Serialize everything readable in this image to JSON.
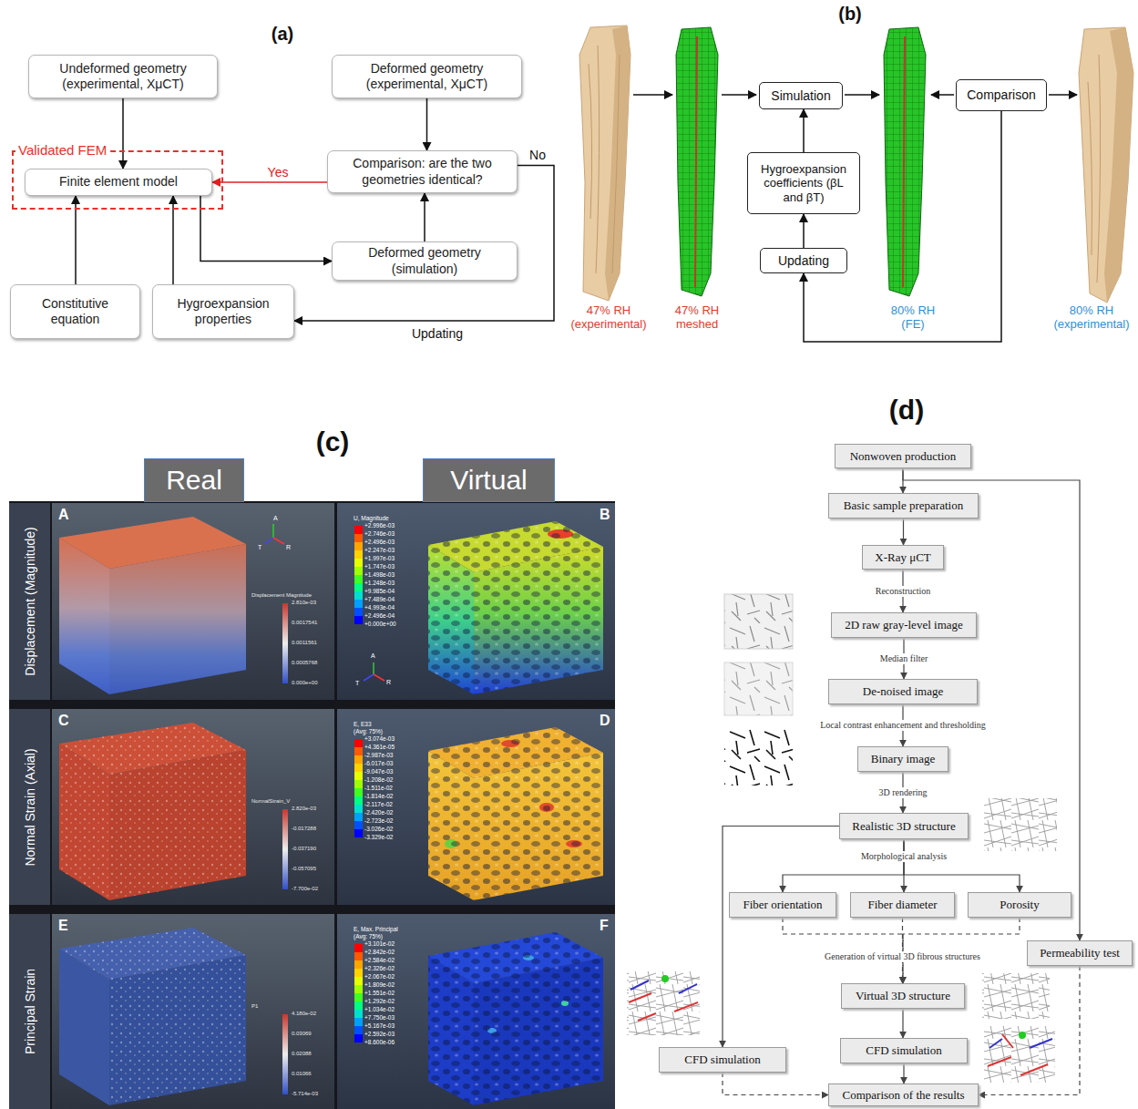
{
  "diagram": {
    "nodes": [
      {
        "text": [
          "Undeformed geometry (experimental, XμCT)"
        ]
      },
      {
        "text": [
          "Deformed geometry (experimental, XμCT)"
        ]
      },
      {
        "text": [
          "Validated FEM"
        ]
      },
      {
        "text": [
          "Finite element model"
        ],
        "in": 2
      },
      {
        "text": [
          "Comparison: are the two geometries identical?"
        ]
      },
      {
        "text": [
          "Deformed geometry (simulation)"
        ]
      },
      {
        "text": [
          "Constitutive equation"
        ]
      },
      {
        "text": [
          "Hygroexpansion properties"
        ]
      },
      {
        "text": [
          "Simulation"
        ]
      },
      {
        "text": [
          "Comparison"
        ]
      },
      {
        "text": [
          "Hygroexpansion coefficients (βL and βT)"
        ]
      },
      {
        "text": [
          "Updating"
        ]
      },
      {
        "text": [
          "Real"
        ]
      },
      {
        "text": [
          "Virtual"
        ]
      },
      {
        "text": [
          "Nonwoven production"
        ]
      },
      {
        "text": [
          "Basic sample preparation"
        ]
      },
      {
        "text": [
          "X-Ray μCT"
        ]
      },
      {
        "text": [
          "2D raw gray-level image"
        ]
      },
      {
        "text": [
          "De-noised image"
        ]
      },
      {
        "text": [
          "Binary image"
        ]
      },
      {
        "text": [
          "Realistic 3D structure"
        ]
      },
      {
        "text": [
          "Fiber orientation"
        ]
      },
      {
        "text": [
          "Fiber diameter"
        ]
      },
      {
        "text": [
          "Porosity"
        ]
      },
      {
        "text": [
          "Permeability test"
        ]
      },
      {
        "text": [
          "Virtual 3D structure"
        ]
      },
      {
        "text": [
          "CFD simulation"
        ]
      },
      {
        "text": [
          "CFD simulation"
        ]
      },
      {
        "text": [
          "Comparison of the results"
        ]
      }
    ],
    "edges": [
      {
        "from": 0,
        "to": 3,
        "arrow": "to"
      },
      {
        "from": 1,
        "to": 4,
        "arrow": "to"
      },
      {
        "from": 4,
        "to": 3,
        "label": "Yes",
        "arrow": "to"
      },
      {
        "from": 4,
        "to": 7,
        "label": "No",
        "arrow": "to"
      },
      {
        "from": 3,
        "to": 5,
        "arrow": "to"
      },
      {
        "from": 5,
        "to": 4,
        "arrow": "to"
      },
      {
        "from": 6,
        "to": 3,
        "arrow": "to"
      },
      {
        "from": 7,
        "to": 3,
        "arrow": "to"
      },
      {
        "from": 10,
        "to": 8,
        "arrow": "to"
      },
      {
        "from": 11,
        "to": 10,
        "arrow": "to"
      },
      {
        "from": 9,
        "to": 11,
        "arrow": "to"
      },
      {
        "from": 14,
        "to": 15,
        "arrow": "to"
      },
      {
        "from": 14,
        "to": 24,
        "arrow": "to"
      },
      {
        "from": 15,
        "to": 16,
        "arrow": "to"
      },
      {
        "from": 16,
        "to": 17,
        "label": "Reconstruction",
        "arrow": "to"
      },
      {
        "from": 17,
        "to": 18,
        "label": "Median filter",
        "arrow": "to"
      },
      {
        "from": 18,
        "to": 19,
        "label": "Local contrast enhancement and thresholding",
        "arrow": "to"
      },
      {
        "from": 19,
        "to": 20,
        "label": "3D rendering",
        "arrow": "to"
      },
      {
        "from": 20,
        "to": 21,
        "arrow": "to"
      },
      {
        "from": 20,
        "to": 22,
        "label": "Morphological analysis",
        "arrow": "to"
      },
      {
        "from": 20,
        "to": 23,
        "arrow": "to"
      },
      {
        "from": 20,
        "to": 27,
        "arrow": "to"
      },
      {
        "from": 21,
        "to": 25,
        "arrow": "to"
      },
      {
        "from": 22,
        "to": 25,
        "label": "Generation of virtual 3D fibrous structures",
        "arrow": "to"
      },
      {
        "from": 23,
        "to": 25,
        "arrow": "to"
      },
      {
        "from": 25,
        "to": 26,
        "arrow": "to"
      },
      {
        "from": 26,
        "to": 28,
        "arrow": "to"
      },
      {
        "from": 27,
        "to": 28,
        "arrow": "to"
      },
      {
        "from": 24,
        "to": 28,
        "arrow": "to"
      }
    ],
    "labels": [
      "(a)",
      "Updating",
      "(b)",
      "47% RH (experimental)",
      "47% RH meshed",
      "80% RH (FE)",
      "80% RH (experimental)",
      "(c)",
      "Displacement (Magnitude)",
      "Normal Strain (Axial)",
      "Principal Strain",
      "A",
      "B",
      "C",
      "D",
      "E",
      "F",
      "Displacement Magnitude",
      "2.810e-03",
      "0.0017541",
      "0.0011561",
      "0.0005768",
      "0.000e+00",
      "U, Magnitude",
      "+2.996e-03",
      "+2.746e-03",
      "+2.496e-03",
      "+2.247e-03",
      "+1.997e-03",
      "+1.747e-03",
      "+1.498e-03",
      "+1.248e-03",
      "+9.985e-04",
      "+7.489e-04",
      "+4.993e-04",
      "+2.496e-04",
      "+0.000e+00",
      "NormalStrain_V",
      "2.820e-03",
      "-0.017288",
      "-0.037190",
      "-0.057095",
      "-7.700e-02",
      "E, E33",
      "(Avg: 75%)",
      "+3.074e-03",
      "+4.361e-05",
      "-2.987e-03",
      "-6.017e-03",
      "-9.047e-03",
      "-1.208e-02",
      "-1.511e-02",
      "-1.814e-02",
      "-2.117e-02",
      "-2.420e-02",
      "-2.723e-02",
      "-3.026e-02",
      "-3.329e-02",
      "P1",
      "4.180e-02",
      "0.03069",
      "0.02088",
      "0.01066",
      "-5.714e-03",
      "E, Max. Principal",
      "(Avg: 75%)",
      "+3.101e-02",
      "+2.842e-02",
      "+2.584e-02",
      "+2.326e-02",
      "+2.067e-02",
      "+1.809e-02",
      "+1.551e-02",
      "+1.292e-02",
      "+1.034e-02",
      "+7.750e-03",
      "+5.167e-03",
      "+2.592e-03",
      "+8.600e-06",
      "A",
      "T",
      "R",
      "A",
      "T",
      "R",
      "(d)"
    ]
  }
}
